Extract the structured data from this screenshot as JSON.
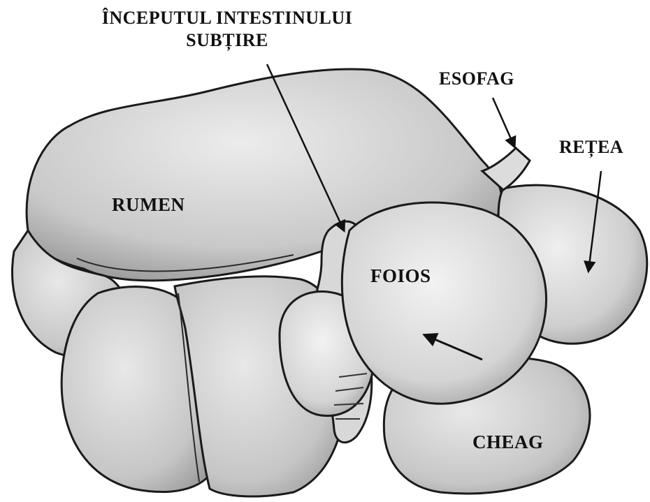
{
  "labels": {
    "intestin": "ÎNCEPUTUL INTESTINULUI SUBȚIRE",
    "esofag": "ESOFAG",
    "retea": "REȚEA",
    "rumen": "RUMEN",
    "foios": "FOIOS",
    "cheag": "CHEAG"
  },
  "colors": {
    "ink": "#1a1a1a",
    "organ_fill": "#d2d2d2",
    "organ_light": "#e6e6e6",
    "background": "#ffffff"
  }
}
